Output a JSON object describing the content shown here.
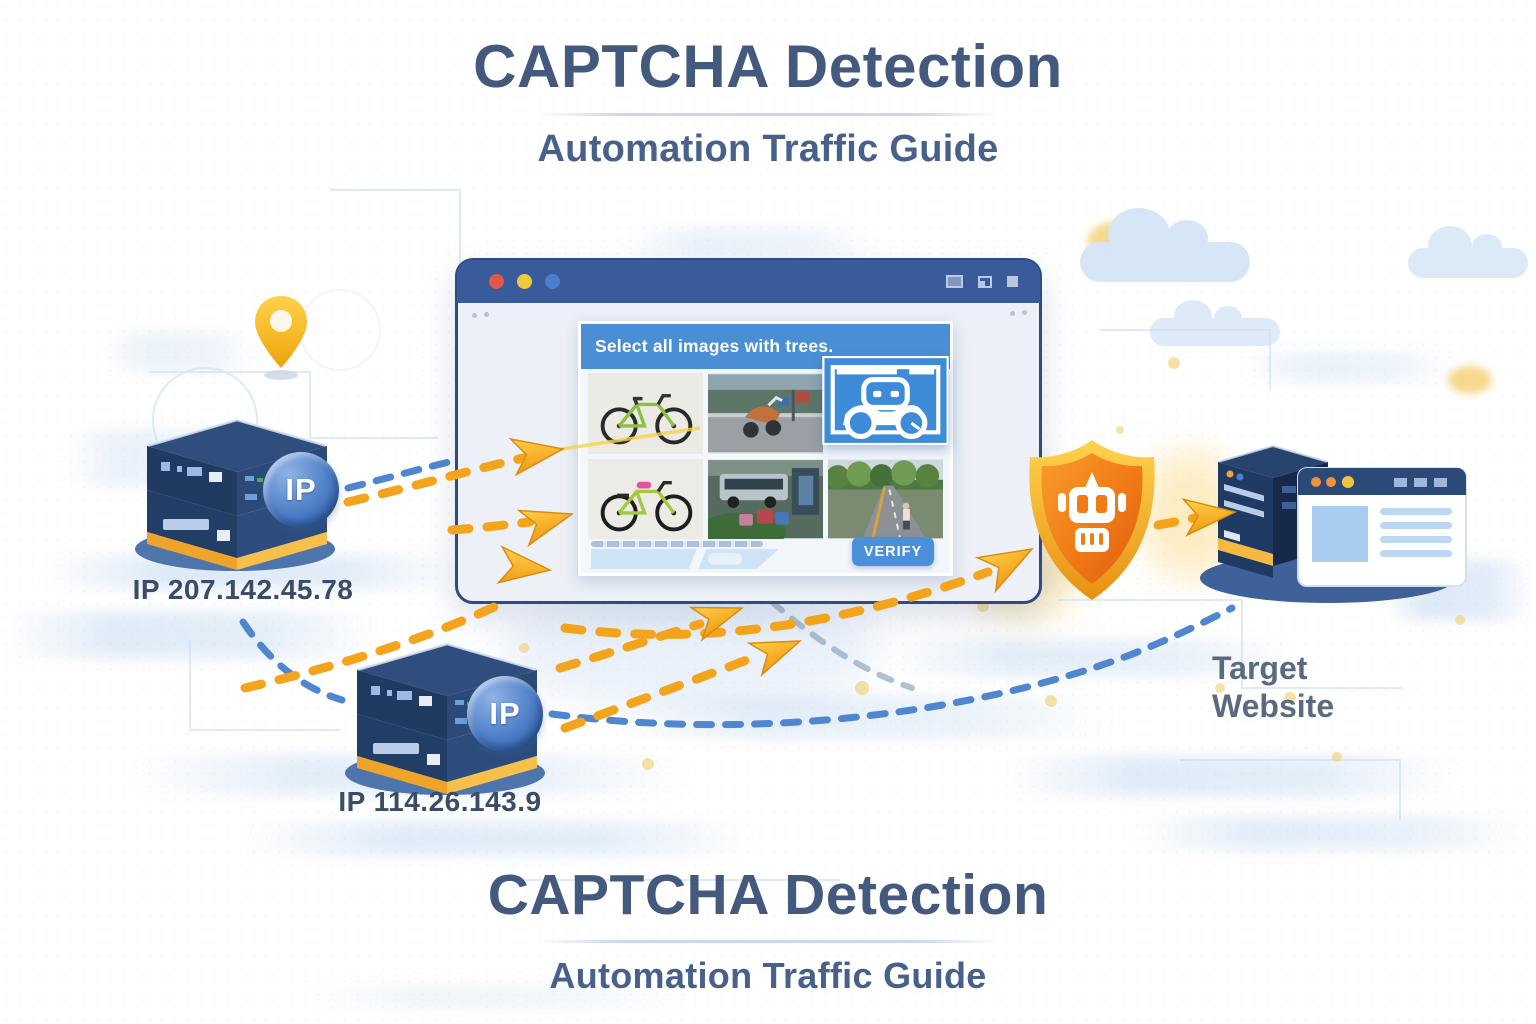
{
  "header": {
    "title": "CAPTCHA Detection",
    "subtitle": "Automation Traffic Guide"
  },
  "footer": {
    "title": "CAPTCHA Detection",
    "subtitle": "Automation Traffic Guide"
  },
  "browser_window": {
    "traffic_light_colors": [
      "#e2574c",
      "#f0c840",
      "#4a7fd0"
    ],
    "control_icons": [
      "window-maximize-icon",
      "window-restore-icon",
      "window-minimize-icon"
    ]
  },
  "captcha": {
    "prompt": "Select all images with trees.",
    "verify_label": "VERIFY",
    "tiles": [
      {
        "icon": "green-bicycle-photo"
      },
      {
        "icon": "street-motorbike-photo"
      },
      {
        "icon": "car-outline-selected-tile"
      },
      {
        "icon": "pink-seat-bicycle-photo"
      },
      {
        "icon": "street-bus-photo"
      },
      {
        "icon": "road-with-trees-photo"
      }
    ]
  },
  "proxies": [
    {
      "badge": "IP",
      "label": "IP 207.142.45.78"
    },
    {
      "badge": "IP",
      "label": "IP 114.26.143.9"
    }
  ],
  "shield": {
    "icon": "robot-shield-icon"
  },
  "target": {
    "label_line1": "Target",
    "label_line2": "Website"
  },
  "flows": [
    {
      "from": "proxy-server-1",
      "to": "captcha-window",
      "style": "yellow-dashed-arrow"
    },
    {
      "from": "proxy-server-2",
      "to": "captcha-window",
      "style": "yellow-dashed-arrow"
    },
    {
      "from": "captcha-window",
      "to": "bot-shield",
      "style": "yellow-dashed-arrow"
    },
    {
      "from": "bot-shield",
      "to": "target-website",
      "style": "yellow-dashed-arrow"
    },
    {
      "from": "proxy-server-2",
      "to": "target-website",
      "style": "blue-dashed-line"
    },
    {
      "from": "proxy-server-1",
      "to": "proxy-server-2",
      "style": "blue-dashed-line"
    }
  ],
  "colors": {
    "title_blue": "#44597e",
    "browser_bar_navy": "#3a5b9b",
    "captcha_header_blue": "#4a8fd6",
    "verify_blue": "#4a90d9",
    "arrow_yellow": "#f4a41c",
    "dash_blue": "#4e86cf",
    "shield_orange": "#ef7c17",
    "shield_gold": "#f6b73c",
    "server_navy": "#2c4a77",
    "server_base_yellow": "#f3a72c"
  }
}
